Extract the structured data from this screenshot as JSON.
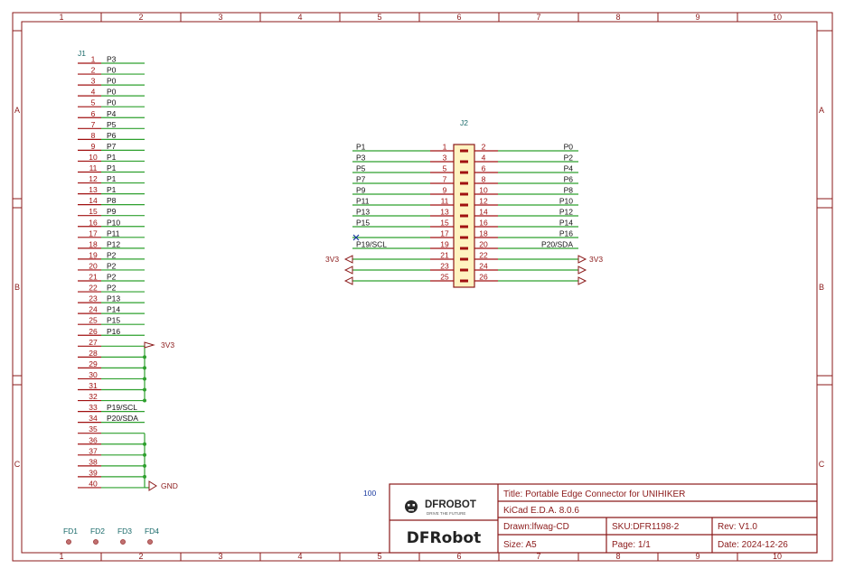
{
  "sheet": {
    "zone_cols": [
      "1",
      "2",
      "3",
      "4",
      "5",
      "6",
      "7",
      "8",
      "9",
      "10"
    ],
    "zone_rows": [
      "A",
      "B",
      "C"
    ]
  },
  "j1": {
    "ref": "J1",
    "pins": [
      {
        "num": "1",
        "net": "P3"
      },
      {
        "num": "2",
        "net": "P0"
      },
      {
        "num": "3",
        "net": "P0"
      },
      {
        "num": "4",
        "net": "P0"
      },
      {
        "num": "5",
        "net": "P0"
      },
      {
        "num": "6",
        "net": "P4"
      },
      {
        "num": "7",
        "net": "P5"
      },
      {
        "num": "8",
        "net": "P6"
      },
      {
        "num": "9",
        "net": "P7"
      },
      {
        "num": "10",
        "net": "P1"
      },
      {
        "num": "11",
        "net": "P1"
      },
      {
        "num": "12",
        "net": "P1"
      },
      {
        "num": "13",
        "net": "P1"
      },
      {
        "num": "14",
        "net": "P8"
      },
      {
        "num": "15",
        "net": "P9"
      },
      {
        "num": "16",
        "net": "P10"
      },
      {
        "num": "17",
        "net": "P11"
      },
      {
        "num": "18",
        "net": "P12"
      },
      {
        "num": "19",
        "net": "P2"
      },
      {
        "num": "20",
        "net": "P2"
      },
      {
        "num": "21",
        "net": "P2"
      },
      {
        "num": "22",
        "net": "P2"
      },
      {
        "num": "23",
        "net": "P13"
      },
      {
        "num": "24",
        "net": "P14"
      },
      {
        "num": "25",
        "net": "P15"
      },
      {
        "num": "26",
        "net": "P16"
      },
      {
        "num": "27",
        "net": ""
      },
      {
        "num": "28",
        "net": ""
      },
      {
        "num": "29",
        "net": ""
      },
      {
        "num": "30",
        "net": ""
      },
      {
        "num": "31",
        "net": ""
      },
      {
        "num": "32",
        "net": ""
      },
      {
        "num": "33",
        "net": "P19/SCL"
      },
      {
        "num": "34",
        "net": "P20/SDA"
      },
      {
        "num": "35",
        "net": ""
      },
      {
        "num": "36",
        "net": ""
      },
      {
        "num": "37",
        "net": ""
      },
      {
        "num": "38",
        "net": ""
      },
      {
        "num": "39",
        "net": ""
      },
      {
        "num": "40",
        "net": ""
      }
    ],
    "power_3v3": "3V3",
    "power_gnd": "GND"
  },
  "j2": {
    "ref": "J2",
    "rows": [
      {
        "ln": "P1",
        "l": "1",
        "r": "2",
        "rn": "P0"
      },
      {
        "ln": "P3",
        "l": "3",
        "r": "4",
        "rn": "P2"
      },
      {
        "ln": "P5",
        "l": "5",
        "r": "6",
        "rn": "P4"
      },
      {
        "ln": "P7",
        "l": "7",
        "r": "8",
        "rn": "P6"
      },
      {
        "ln": "P9",
        "l": "9",
        "r": "10",
        "rn": "P8"
      },
      {
        "ln": "P11",
        "l": "11",
        "r": "12",
        "rn": "P10"
      },
      {
        "ln": "P13",
        "l": "13",
        "r": "14",
        "rn": "P12"
      },
      {
        "ln": "P15",
        "l": "15",
        "r": "16",
        "rn": "P14"
      },
      {
        "ln": "",
        "l": "17",
        "r": "18",
        "rn": "P16"
      },
      {
        "ln": "P19/SCL",
        "l": "19",
        "r": "20",
        "rn": "P20/SDA"
      },
      {
        "ln": "",
        "l": "21",
        "r": "22",
        "rn": ""
      },
      {
        "ln": "",
        "l": "23",
        "r": "24",
        "rn": ""
      },
      {
        "ln": "",
        "l": "25",
        "r": "26",
        "rn": ""
      }
    ],
    "power_left": "3V3",
    "power_right": "3V3"
  },
  "fiducials": [
    "FD1",
    "FD2",
    "FD3",
    "FD4"
  ],
  "misc_label": "100",
  "title_block": {
    "logo_brand": "DFROBOT",
    "logo_tagline": "DRIVE THE FUTURE",
    "company": "DFRobot",
    "title": "Title: Portable Edge Connector for UNIHIKER",
    "tool": "KiCad E.D.A. 8.0.6",
    "drawn": "Drawn:lfwag-CD",
    "sku": "SKU:DFR1198-2",
    "rev": "Rev: V1.0",
    "size": "Size: A5",
    "page": "Page: 1/1",
    "date": "Date: 2024-12-26"
  },
  "colors": {
    "frame": "#8b1a1a",
    "wire": "#2ea02e",
    "pin": "#a01010",
    "reference": "#1a6a6a",
    "connector_fill": "#fff3c0"
  }
}
